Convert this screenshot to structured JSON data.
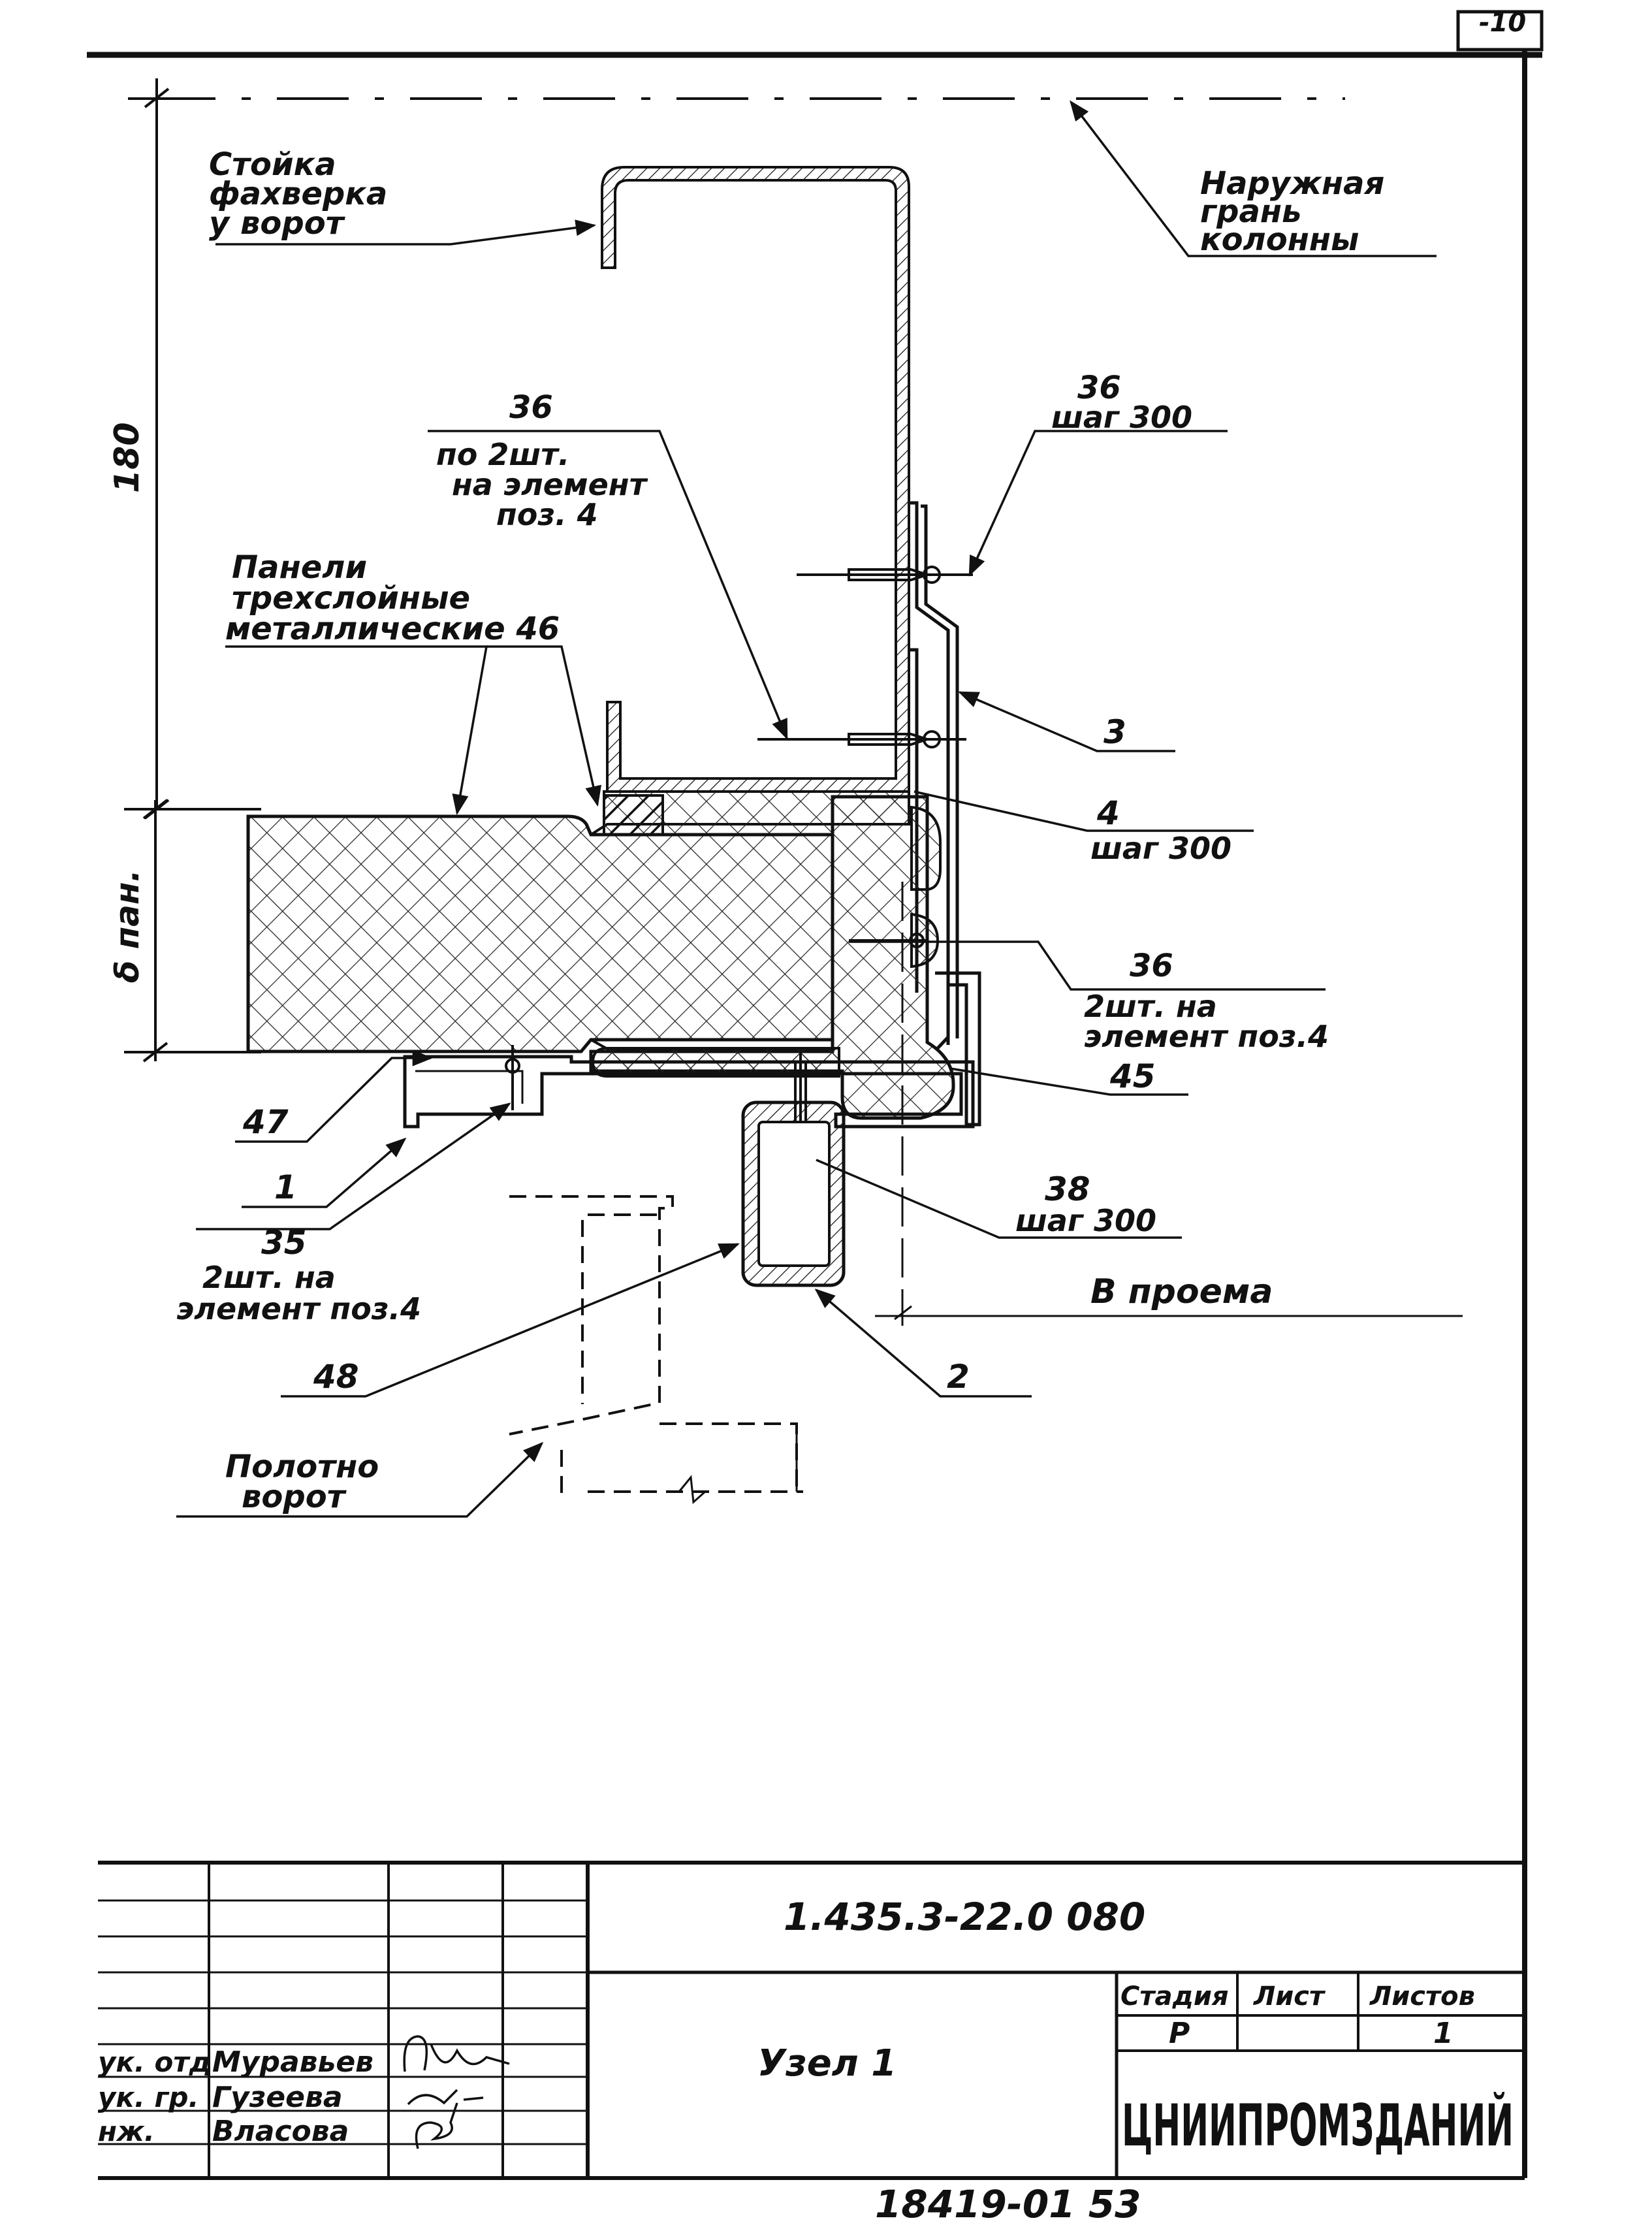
{
  "sheet": {
    "corner_mark": "-10"
  },
  "dimensions": {
    "height_180": "180",
    "panel_thickness": "δ пан."
  },
  "callouts": {
    "stoyka": [
      "Стойка",
      "фахверка",
      "у ворот"
    ],
    "naruzhnaya": [
      "Наружная",
      "грань",
      "колонны"
    ],
    "c36_left": [
      "36",
      "по 2шт.",
      "на элемент",
      "поз. 4"
    ],
    "c36_right": [
      "36",
      "шаг 300"
    ],
    "paneli": [
      "Панели",
      "трехслойные",
      "металлические 46"
    ],
    "c3": "3",
    "c4": [
      "4",
      "шаг 300"
    ],
    "c36_mid": [
      "36",
      "2шт. на",
      "элемент поз.4"
    ],
    "c45": "45",
    "c47": "47",
    "c1": "1",
    "c35": [
      "35",
      "2шт. на",
      "элемент поз.4"
    ],
    "c38": [
      "38",
      "шаг 300"
    ],
    "v_proema": "В проема",
    "c2": "2",
    "c48": "48",
    "polotno": [
      "Полотно",
      "ворот"
    ]
  },
  "title_block": {
    "doc_code": "1.435.3-22.0 080",
    "title": "Узел 1",
    "col_stage": "Стадия",
    "col_sheet": "Лист",
    "col_sheets": "Листов",
    "stage": "Р",
    "sheet_no": "",
    "sheets_total": "1",
    "org": "ЦНИИПРОМЗДАНИЙ",
    "staff": [
      {
        "role": "ук. отд",
        "name": "Муравьев"
      },
      {
        "role": "ук. гр.",
        "name": "Гузеева"
      },
      {
        "role": "нж.",
        "name": "Власова"
      }
    ]
  },
  "footer_number": "18419-01  53"
}
